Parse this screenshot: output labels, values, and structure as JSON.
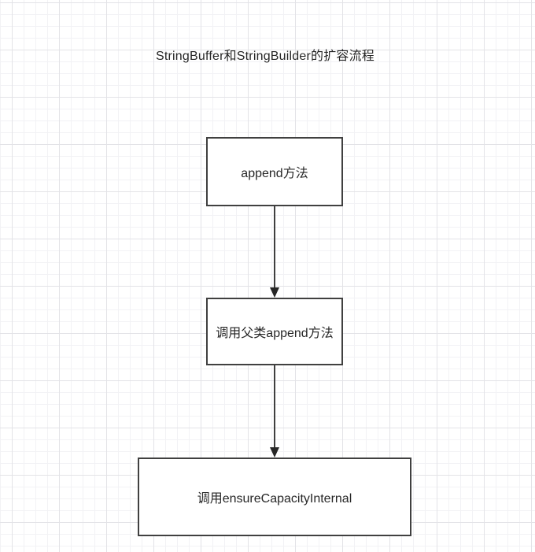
{
  "title": "StringBuffer和StringBuilder的扩容流程",
  "canvas": {
    "background_color": "#ffffff",
    "grid_minor_color": "#f2f2f5",
    "grid_major_color": "#e3e3e7"
  },
  "diagram": {
    "stroke_color": "#404040",
    "text_color": "#262626",
    "node_fill_color": "#ffffff",
    "nodes": [
      {
        "id": "append",
        "label": "append方法",
        "shape": "rectangle"
      },
      {
        "id": "super-append",
        "label": "调用父类append方法",
        "shape": "rectangle"
      },
      {
        "id": "ensure-capacity",
        "label": "调用ensureCapacityInternal",
        "shape": "rectangle"
      }
    ],
    "edges": [
      {
        "from": "append",
        "to": "super-append",
        "style": "solid-arrow-down"
      },
      {
        "from": "super-append",
        "to": "ensure-capacity",
        "style": "solid-arrow-down"
      }
    ]
  }
}
